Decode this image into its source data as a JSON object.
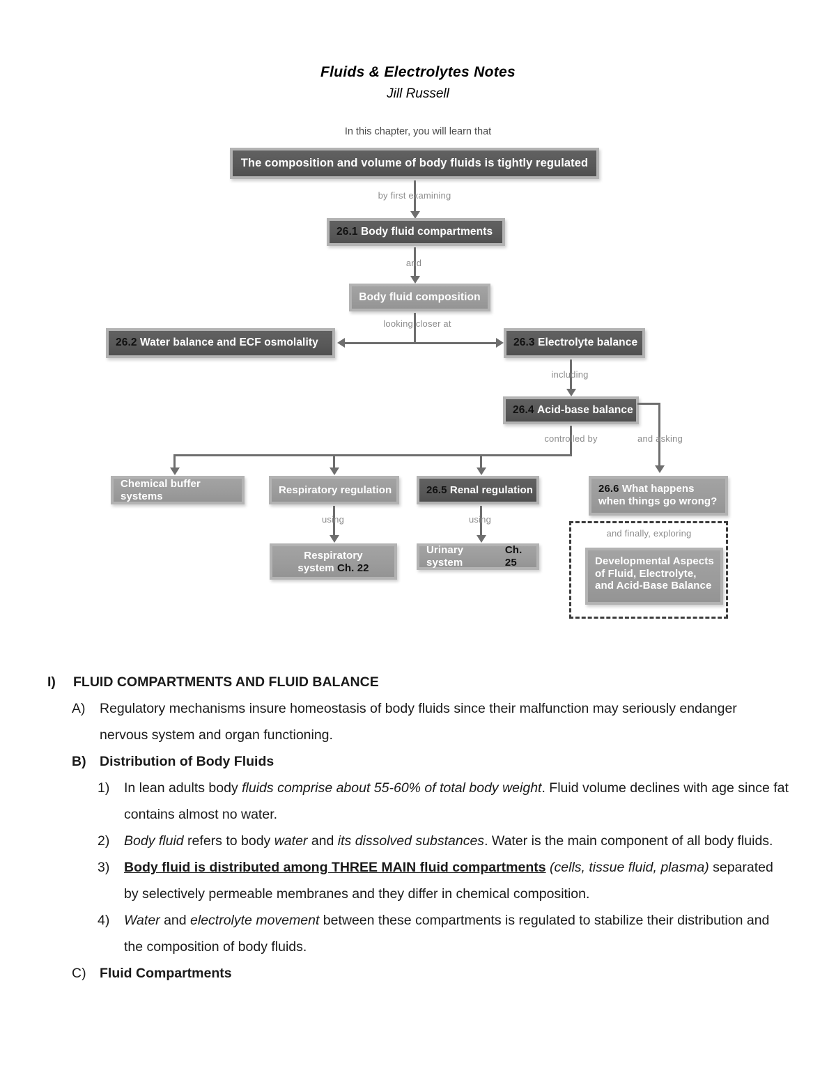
{
  "document": {
    "title": "Fluids & Electrolytes Notes",
    "author": "Jill Russell"
  },
  "flowchart": {
    "caption": "In this chapter, you will learn that",
    "connector_labels": {
      "by_first_examining": "by first examining",
      "and": "and",
      "looking_closer_at": "looking closer at",
      "including": "including",
      "controlled_by": "controlled by",
      "and_asking": "and asking",
      "using_left": "using",
      "using_right": "using",
      "and_finally_exploring": "and finally, exploring"
    },
    "boxes": {
      "root": "The composition and volume of body fluids is tightly regulated",
      "s26_1_num": "26.1",
      "s26_1_text": "Body fluid compartments",
      "composition": "Body fluid composition",
      "s26_2_num": "26.2",
      "s26_2_text": "Water balance and ECF osmolality",
      "s26_3_num": "26.3",
      "s26_3_text": "Electrolyte balance",
      "s26_4_num": "26.4",
      "s26_4_text": "Acid-base balance",
      "chemical_buffer": "Chemical buffer systems",
      "respiratory_regulation": "Respiratory regulation",
      "s26_5_num": "26.5",
      "s26_5_text": "Renal regulation",
      "s26_6_num": "26.6",
      "s26_6_line1": "What happens",
      "s26_6_line2": "when things go wrong?",
      "respiratory_system_line1": "Respiratory",
      "respiratory_system_line2": "system",
      "respiratory_system_ch": "Ch. 22",
      "urinary_system": "Urinary system",
      "urinary_system_ch": "Ch. 25",
      "developmental_line1": "Developmental Aspects",
      "developmental_line2": "of Fluid, Electrolyte,",
      "developmental_line3": "and Acid-Base Balance"
    },
    "colors": {
      "box_dark_fill": "#585858",
      "box_light_fill": "#9b9b9b",
      "box_frame": "#b3b3b3",
      "connector": "#6e6e6e",
      "label_text": "#8c8c8c",
      "dashed_border": "#3b3b3b"
    }
  },
  "outline": {
    "I": {
      "marker": "I)",
      "text": "FLUID COMPARTMENTS AND FLUID BALANCE"
    },
    "A": {
      "marker": "A)",
      "text": "Regulatory mechanisms insure homeostasis of body fluids since their malfunction may seriously endanger nervous system and organ functioning."
    },
    "B": {
      "marker": "B)",
      "text": "Distribution of Body Fluids"
    },
    "B1": {
      "marker": "1)",
      "part1": "In lean adults body ",
      "part2_italic": "fluids comprise about 55-60% of total body weight",
      "part3": ". Fluid volume declines with age since fat contains almost no water."
    },
    "B2": {
      "marker": "2)",
      "part1_italic": "Body fluid",
      "part2": " refers to body ",
      "part3_italic": "water",
      "part4": " and ",
      "part5_italic": "its dissolved substances",
      "part6": ". Water is the main component of all body fluids."
    },
    "B3": {
      "marker": "3)",
      "part1_bold_underline": "Body fluid is distributed among THREE MAIN fluid compartments",
      "part2_italic": " (cells, tissue fluid, plasma)",
      "part3": " separated by selectively permeable membranes and they differ in chemical composition."
    },
    "B4": {
      "marker": "4)",
      "part1_italic": "Water",
      "part2": " and ",
      "part3_italic": "electrolyte movement",
      "part4": " between these compartments is regulated to stabilize their distribution and the composition of body fluids."
    },
    "C": {
      "marker": "C)",
      "text": "Fluid Compartments"
    }
  }
}
